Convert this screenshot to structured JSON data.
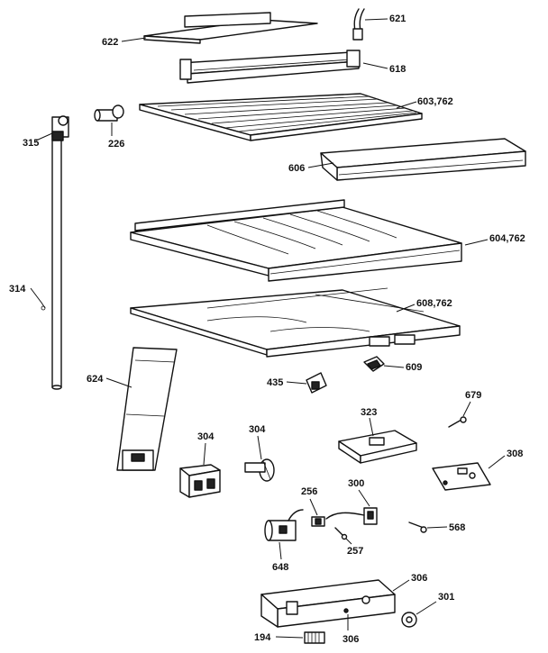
{
  "labels": {
    "l622": "622",
    "l621": "621",
    "l618": "618",
    "l603": "603,762",
    "l315": "315",
    "l226": "226",
    "l606": "606",
    "l604": "604,762",
    "l314": "314",
    "l608": "608,762",
    "l624": "624",
    "l435": "435",
    "l609": "609",
    "l679": "679",
    "l323": "323",
    "l304a": "304",
    "l304b": "304",
    "l308": "308",
    "l256": "256",
    "l300": "300",
    "l568": "568",
    "l257": "257",
    "l648": "648",
    "l306a": "306",
    "l301": "301",
    "l194": "194",
    "l306b": "306"
  },
  "colors": {
    "ink": "#111111",
    "paper": "#ffffff"
  }
}
